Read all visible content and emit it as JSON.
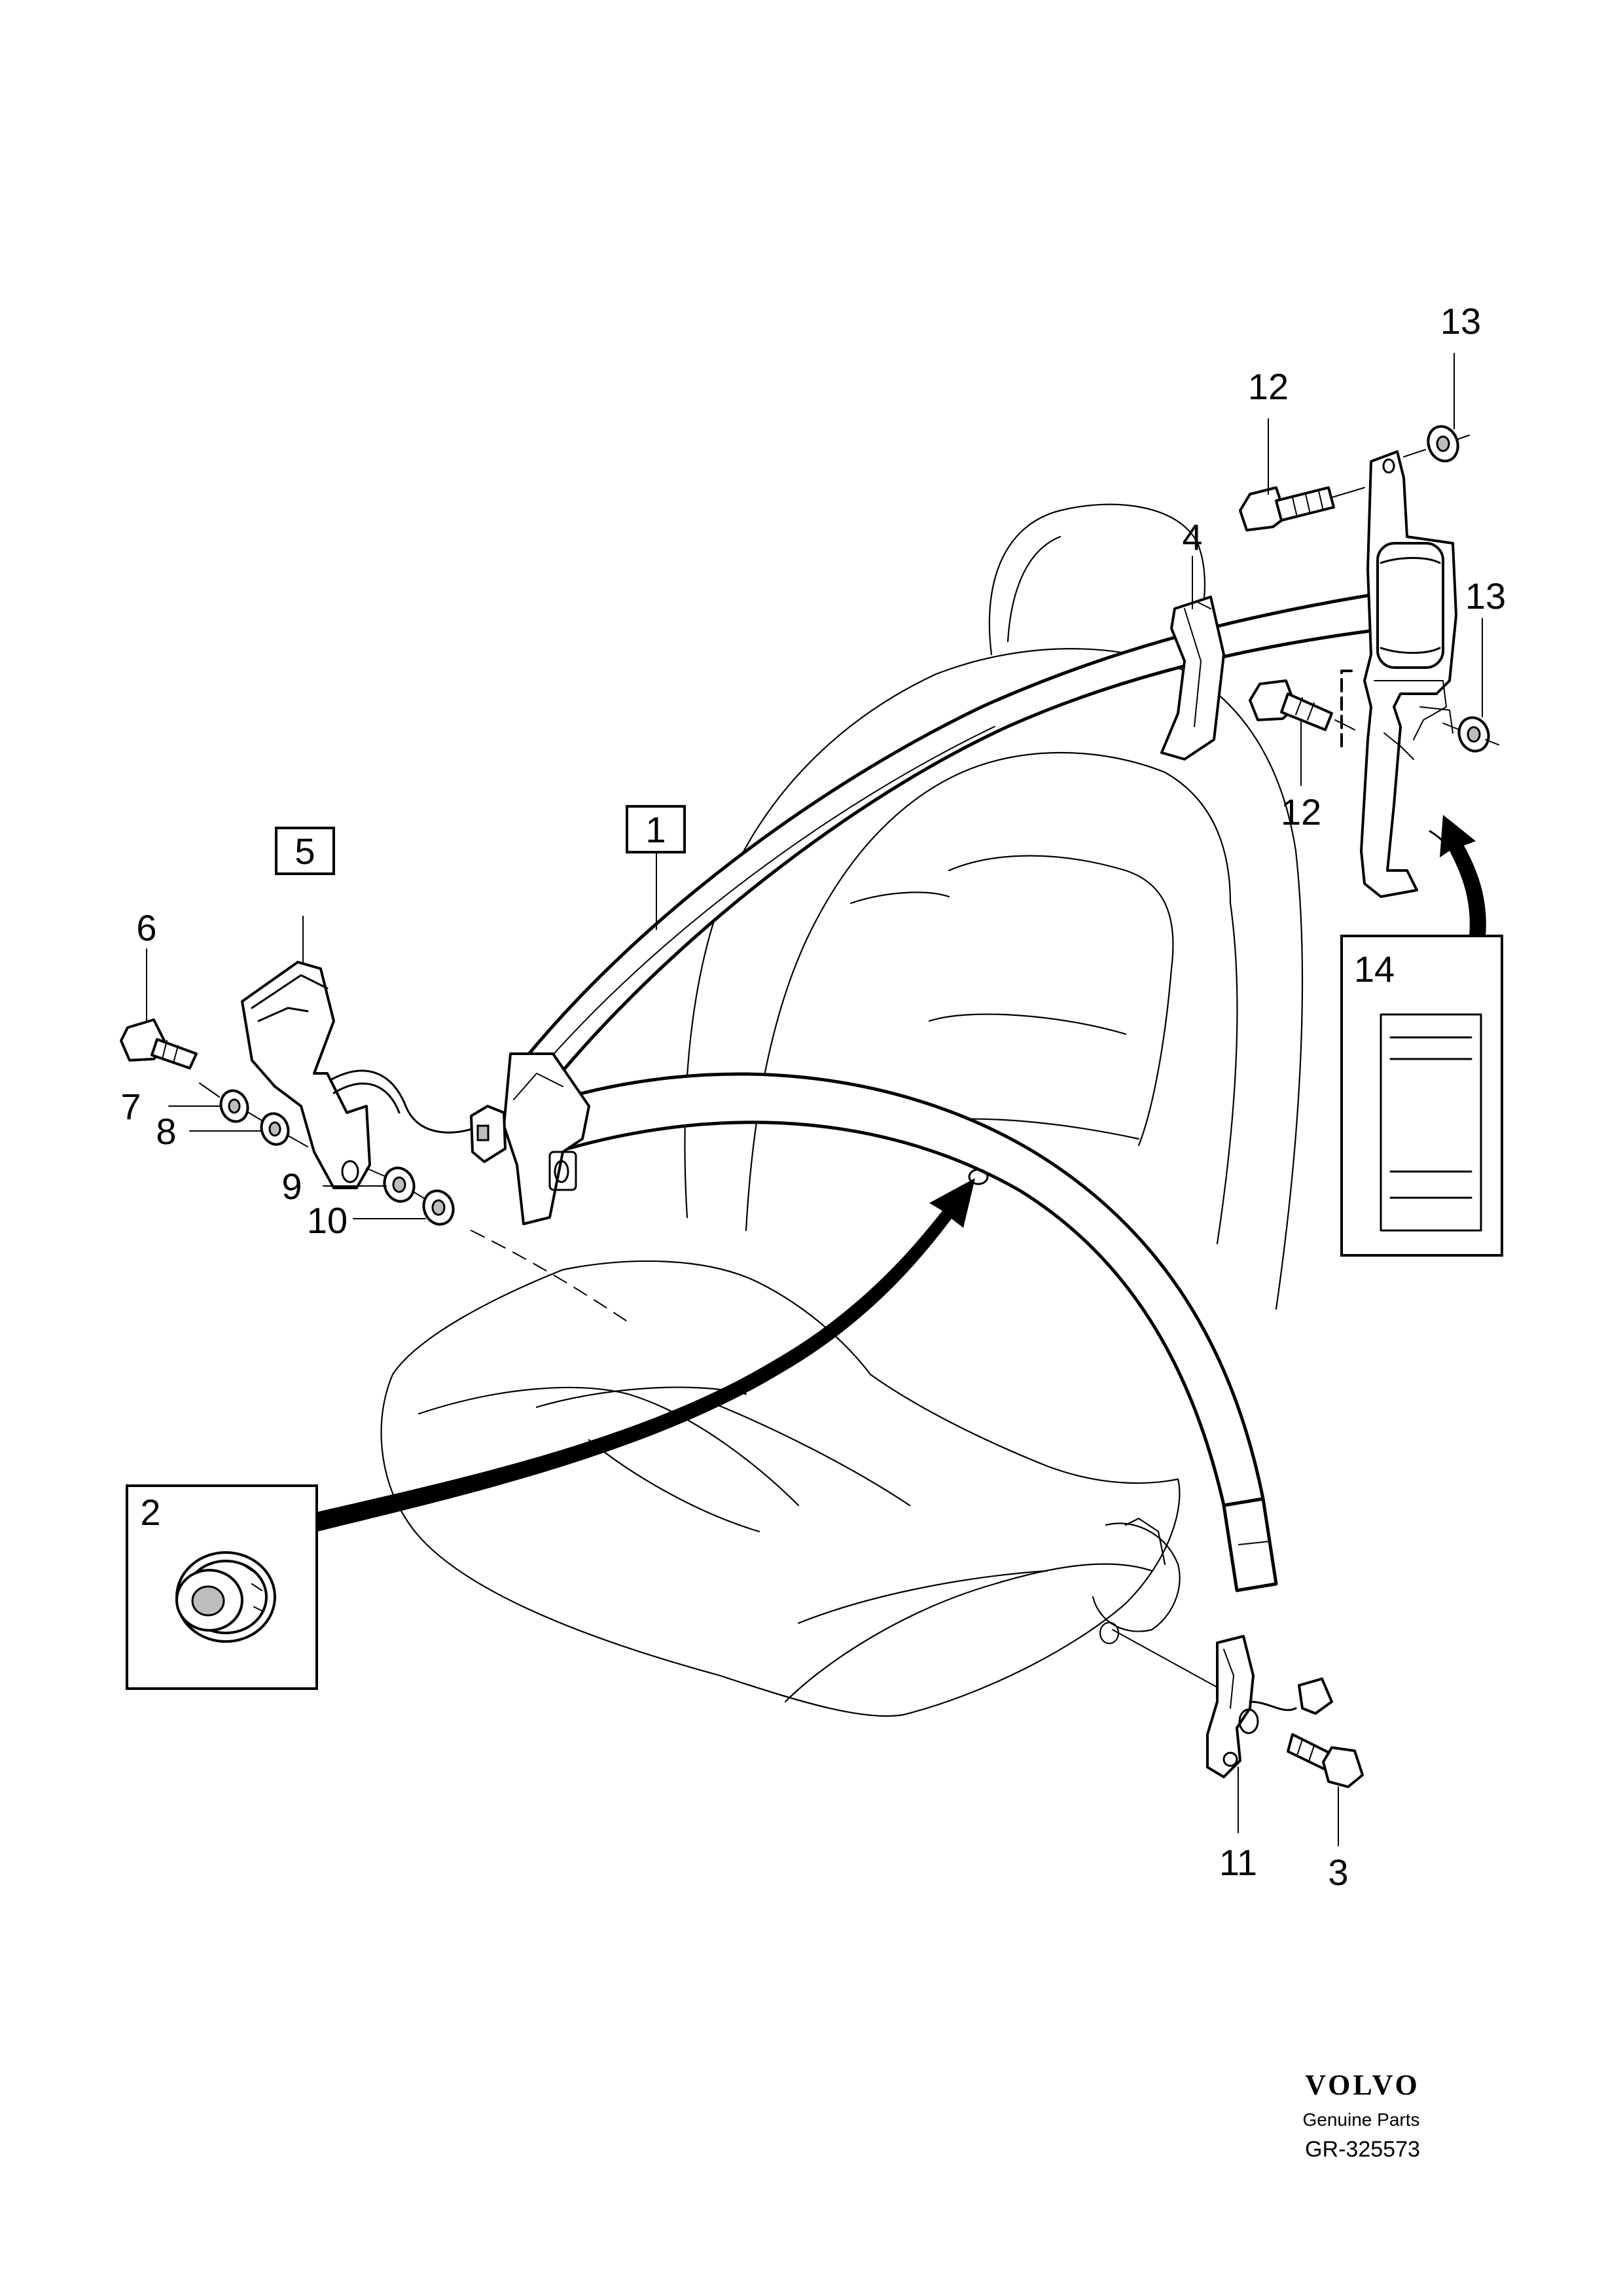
{
  "diagram": {
    "callouts": {
      "c1": "1",
      "c2": "2",
      "c3": "3",
      "c4": "4",
      "c5": "5",
      "c6": "6",
      "c7": "7",
      "c8": "8",
      "c9": "9",
      "c10": "10",
      "c11": "11",
      "c12a": "12",
      "c12b": "12",
      "c13a": "13",
      "c13b": "13",
      "c14": "14"
    }
  },
  "footer": {
    "brand": "VOLVO",
    "subtitle": "Genuine Parts",
    "code": "GR-325573"
  }
}
